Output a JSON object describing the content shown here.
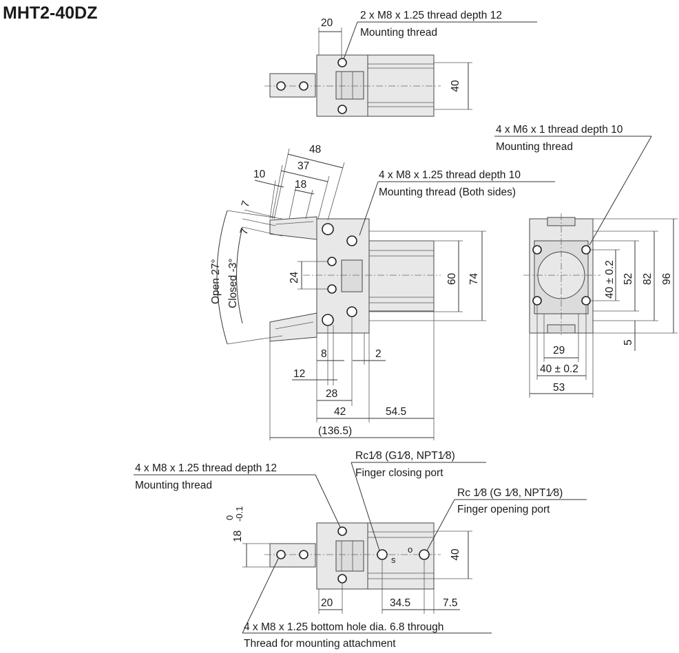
{
  "title": "MHT2-40DZ",
  "top_view": {
    "callout": [
      "2 x M8 x 1.25 thread depth 12",
      "Mounting thread"
    ],
    "dims": {
      "width": "20",
      "height": "40"
    }
  },
  "side_view": {
    "callout": [
      "4 x M8 x 1.25 thread depth 10",
      "Mounting thread (Both sides)"
    ],
    "angles": {
      "open": "Open 27°",
      "closed": "Closed -3°"
    },
    "dims": {
      "d48": "48",
      "d37": "37",
      "d10": "10",
      "d18": "18",
      "d7a": "7",
      "d7b": "7",
      "d24": "24",
      "d60": "60",
      "d74": "74",
      "d8": "8",
      "d2": "2",
      "d12": "12",
      "d28": "28",
      "d42": "42",
      "d54_5": "54.5",
      "d136_5": "(136.5)"
    }
  },
  "end_view": {
    "callout": [
      "4 x M6 x 1 thread depth 10",
      "Mounting thread"
    ],
    "dims": {
      "d40tol_v": "40 ± 0.2",
      "d52": "52",
      "d82": "82",
      "d96": "96",
      "d5": "5",
      "d29": "29",
      "d40tol_h": "40 ± 0.2",
      "d53": "53"
    }
  },
  "bottom_view": {
    "callout_thread": [
      "4 x M8 x 1.25 thread depth 12",
      "Mounting thread"
    ],
    "callout_closing": [
      "Rc1⁄8 (G1⁄8, NPT1⁄8)",
      "Finger closing port"
    ],
    "callout_opening": [
      "Rc 1⁄8 (G 1⁄8, NPT1⁄8)",
      "Finger opening port"
    ],
    "callout_attach": [
      "4 x M8 x 1.25 bottom hole dia. 6.8 through",
      "Thread for mounting attachment"
    ],
    "port_marks": {
      "s": "s",
      "o": "o"
    },
    "dims": {
      "d18": "18",
      "d18_upper": "0",
      "d18_lower": "-0.1",
      "d40": "40",
      "d20": "20",
      "d34_5": "34.5",
      "d7_5": "7.5"
    }
  }
}
